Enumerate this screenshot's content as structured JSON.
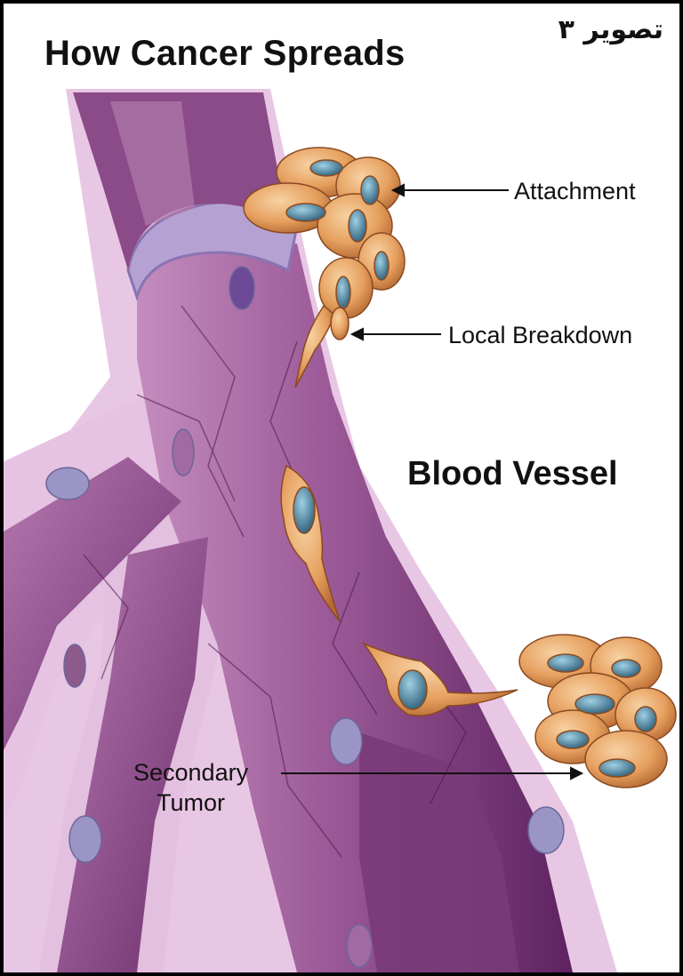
{
  "title": "How Cancer Spreads",
  "caption": "تصویر ۳",
  "labels": {
    "attachment": "Attachment",
    "local_breakdown": "Local Breakdown",
    "blood_vessel": "Blood Vessel",
    "secondary_tumor_line1": "Secondary",
    "secondary_tumor_line2": "Tumor"
  },
  "colors": {
    "vessel_wall": "#e8c7e4",
    "vessel_lumen": "#6a2a68",
    "vessel_mid": "#a463a0",
    "cell": "#e7a264",
    "nucleus": "#5d96ad",
    "outline": "#111111"
  }
}
